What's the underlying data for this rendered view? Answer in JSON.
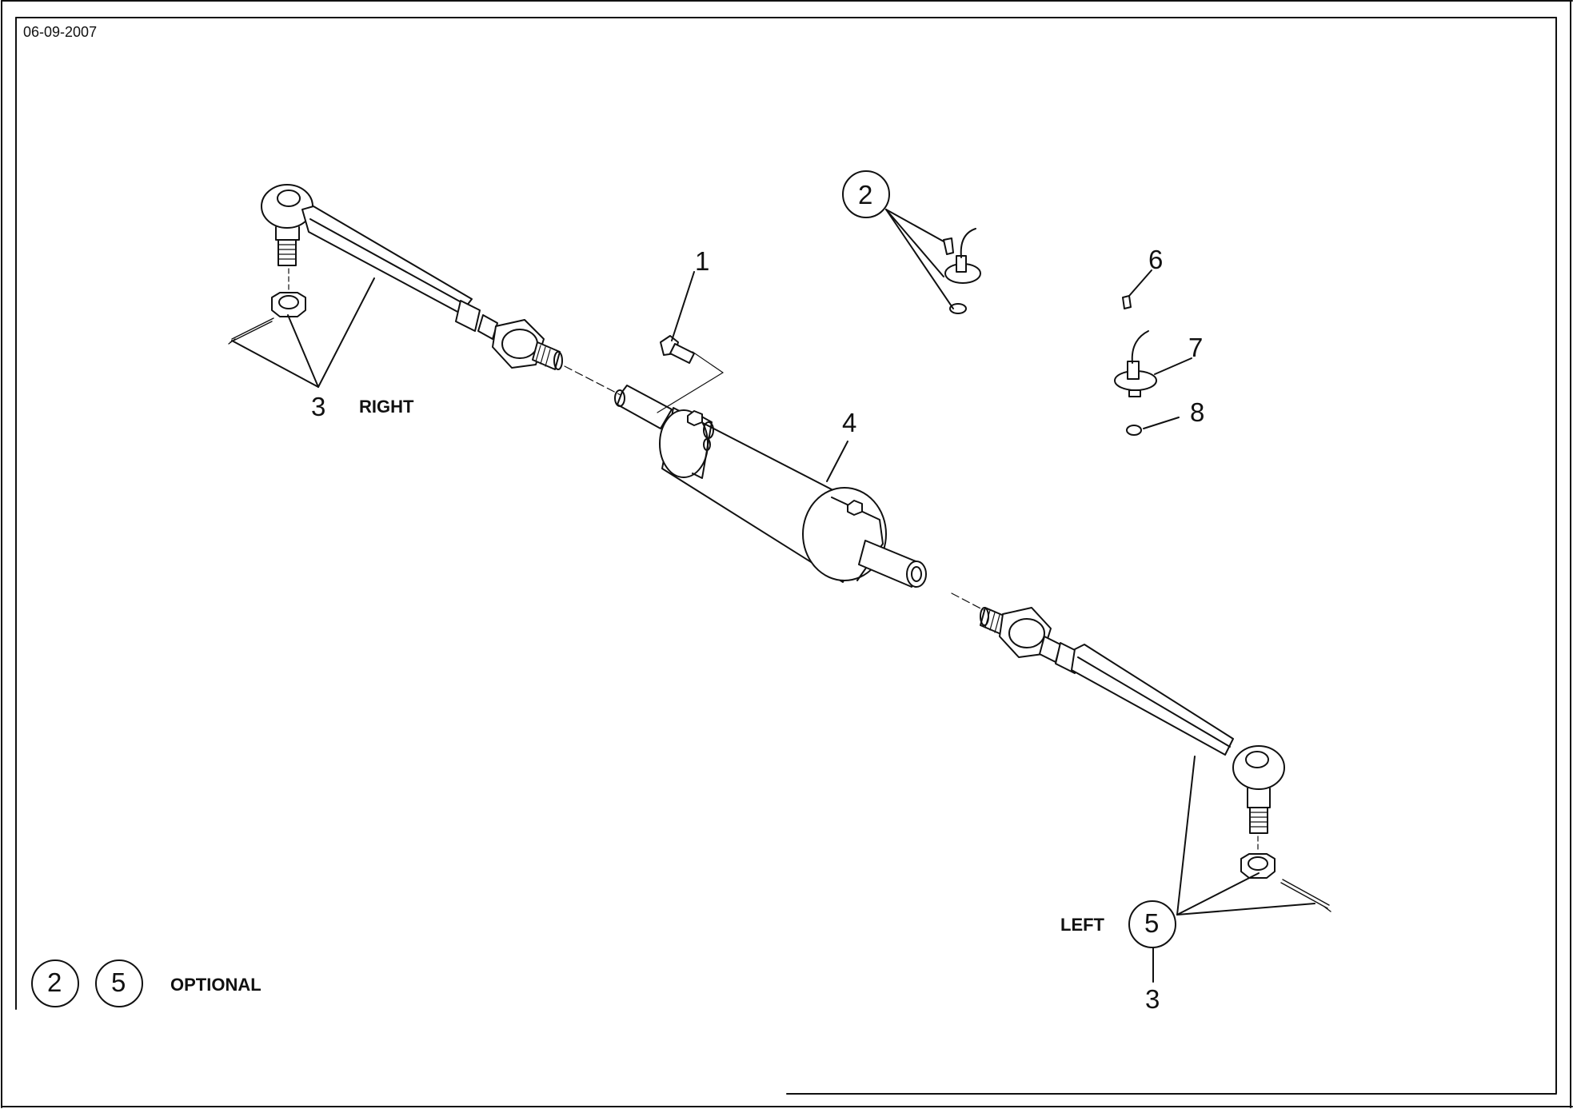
{
  "drawing": {
    "date": "06-09-2007",
    "labels": {
      "right": "RIGHT",
      "left": "LEFT",
      "optional": "OPTIONAL"
    },
    "callouts": {
      "c1": "1",
      "c2": "2",
      "c3_right": "3",
      "c3_left": "3",
      "c4": "4",
      "c5": "5",
      "c6": "6",
      "c7": "7",
      "c8": "8",
      "legend_a": "2",
      "legend_b": "5"
    },
    "colors": {
      "ink": "#111111",
      "paper": "#ffffff"
    }
  }
}
